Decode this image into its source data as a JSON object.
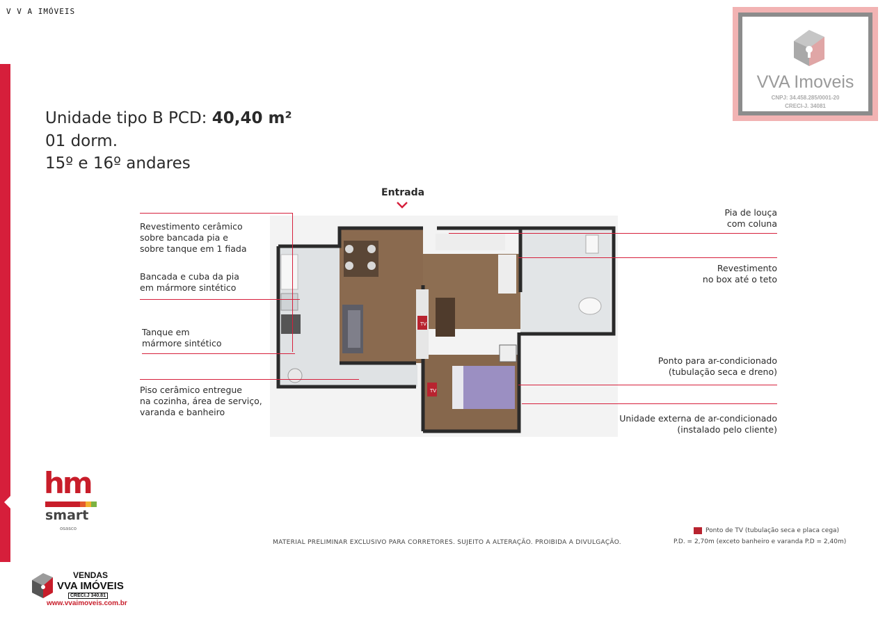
{
  "header": {
    "site_title": "V V A IMÓVEIS"
  },
  "watermark": {
    "brand": "VVA Imoveis",
    "cnpj": "CNPJ: 34.458.285/0001-20",
    "creci": "CRECI-J. 34081"
  },
  "unit": {
    "title_prefix": "Unidade tipo B PCD: ",
    "area": "40,40 m²",
    "bedrooms": "01 dorm.",
    "floors": "15º e 16º andares"
  },
  "plan": {
    "entrance_label": "Entrada",
    "tv_label": "TV"
  },
  "callouts_left": {
    "c1_l1": "Revestimento cerâmico",
    "c1_l2": "sobre bancada pia e",
    "c1_l3": "sobre tanque em 1 fiada",
    "c2_l1": "Bancada e cuba da pia",
    "c2_l2": "em mármore sintético",
    "c3_l1": "Tanque em",
    "c3_l2": "mármore sintético",
    "c4_l1": "Piso cerâmico entregue",
    "c4_l2": "na cozinha, área de serviço,",
    "c4_l3": "varanda e banheiro"
  },
  "callouts_right": {
    "c1_l1": "Pia de louça",
    "c1_l2": "com coluna",
    "c2_l1": "Revestimento",
    "c2_l2": "no box até o teto",
    "c3_l1": "Ponto para ar-condicionado",
    "c3_l2": "(tubulação seca e dreno)",
    "c4_l1": "Unidade externa de ar-condicionado",
    "c4_l2": "(instalado pelo cliente)"
  },
  "footer": {
    "disclaimer": "MATERIAL PRELIMINAR EXCLUSIVO PARA CORRETORES. SUJEITO A ALTERAÇÃO. PROIBIDA A DIVULGAÇÃO.",
    "legend_tv": "Ponto de TV (tubulação seca e placa cega)",
    "legend_pd": "P.D. = 2,70m (exceto banheiro e varanda P.D = 2,40m)"
  },
  "developer_logo": {
    "hm": "hm",
    "smart": "smart",
    "city": "osasco"
  },
  "agency": {
    "vendas": "VENDAS",
    "brand": "VVA IMÓVEIS",
    "creci": "CRECI.J 340.81",
    "url": "www.vvaimoveis.com.br"
  },
  "colors": {
    "accent": "#d61f3b",
    "tv_badge": "#b8232f",
    "floor_wood": "#8a6a4f",
    "tile": "#dfe2e4"
  }
}
